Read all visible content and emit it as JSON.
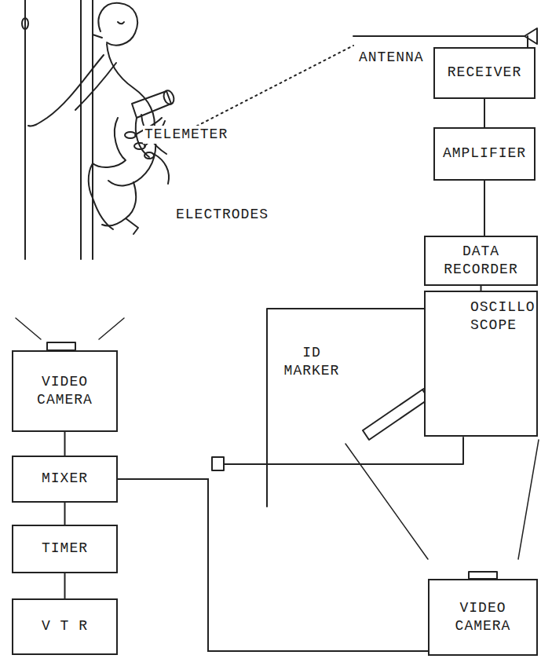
{
  "diagram": {
    "nodes": [
      {
        "text": [
          "RECEIVER"
        ]
      },
      {
        "text": [
          "AMPLIFIER"
        ]
      },
      {
        "text": [
          "VIDEO CAMERA"
        ]
      },
      {
        "text": [
          "DATA RECORDER"
        ]
      },
      {
        "text": [
          "OSCILLO SCOPE"
        ]
      },
      {
        "text": [
          "MIXER"
        ]
      },
      {
        "text": [
          "TIMER"
        ]
      },
      {
        "text": [
          "V T R"
        ]
      },
      {
        "text": [
          "VIDEO CAMERA"
        ]
      }
    ],
    "edges": [
      {
        "from": 0,
        "to": 1,
        "arrow": "none"
      },
      {
        "from": 1,
        "to": 3,
        "arrow": "none"
      },
      {
        "from": 3,
        "to": 4,
        "arrow": "none"
      },
      {
        "from": 2,
        "to": 5,
        "arrow": "none"
      },
      {
        "from": 5,
        "to": 6,
        "arrow": "none"
      },
      {
        "from": 6,
        "to": 7,
        "arrow": "none"
      },
      {
        "from": 8,
        "to": 5,
        "arrow": "none"
      }
    ],
    "labels": [
      "TELEMETER",
      "ANTENNA",
      "ELECTRODES",
      "ID MARKER"
    ]
  }
}
